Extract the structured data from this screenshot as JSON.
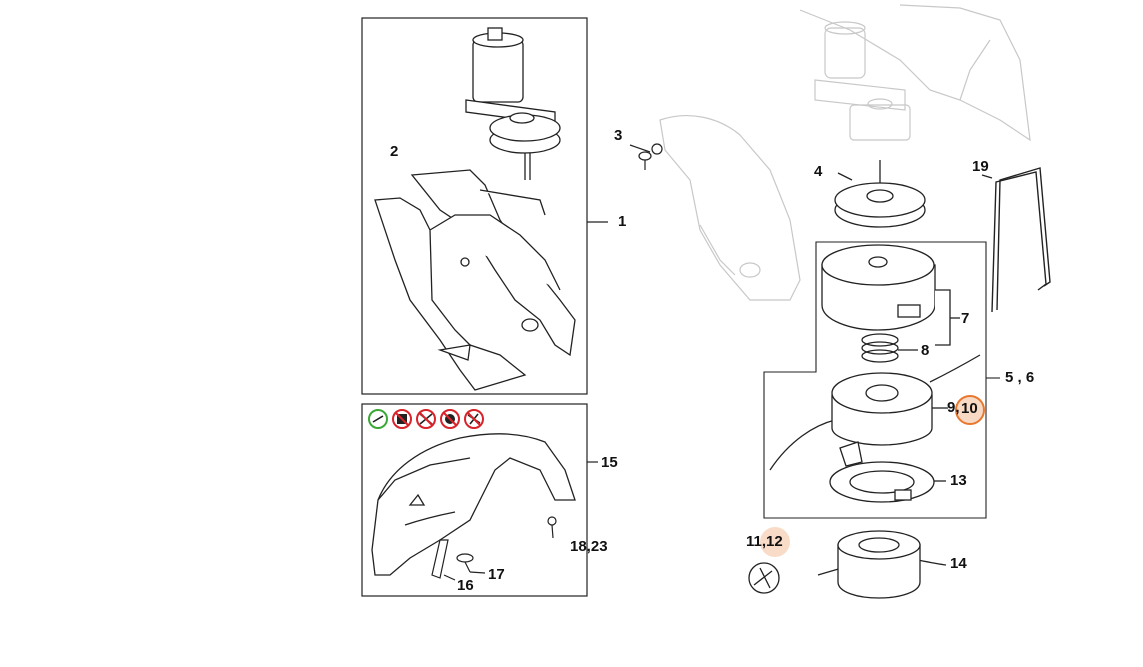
{
  "labels": {
    "l1": "1",
    "l2": "2",
    "l3": "3",
    "l4": "4",
    "l5_6": "5 , 6",
    "l7": "7",
    "l8": "8",
    "l9": "9,",
    "l10": "10",
    "l11": "11,",
    "l12": "12",
    "l13": "13",
    "l14": "14",
    "l15": "15",
    "l16": "16",
    "l17": "17",
    "l18_23": "18,23",
    "l19": "19"
  },
  "colors": {
    "line": "#222222",
    "ghost": "#c8c8c8",
    "highlight_orange": "#e8782f",
    "highlight_fill": "#f8d9c4",
    "safety_green": "#3aa835",
    "safety_red": "#d8232a"
  },
  "icons": [
    "wrench-ok-icon",
    "no-saw-blade-icon",
    "no-brush-blade-icon",
    "no-metal-blade-icon",
    "no-cutting-blade-icon",
    "line-trimmer-icon"
  ]
}
